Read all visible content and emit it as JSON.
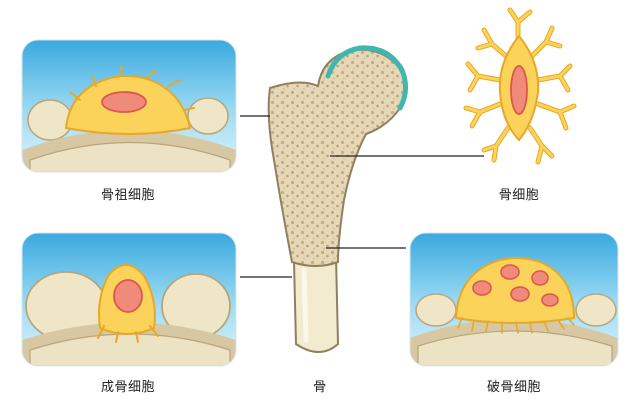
{
  "labels": {
    "osteoprogenitor": "骨祖细胞",
    "osteoblast": "成骨细胞",
    "bone": "骨",
    "osteocyte": "骨细胞",
    "osteoclast": "破骨细胞"
  },
  "colors": {
    "sky": "#5cc0e8",
    "sky_light": "#c8ecf9",
    "bone_fill": "#efe3c2",
    "bone_outline": "#9a8b6a",
    "spongy": "#d9c8a6",
    "cell_body": "#fbd35a",
    "cell_outline": "#e8a825",
    "nucleus": "#f08a7a",
    "nucleus_outline": "#d9594a",
    "cartilage": "#3fb7b0",
    "line": "#222222"
  }
}
